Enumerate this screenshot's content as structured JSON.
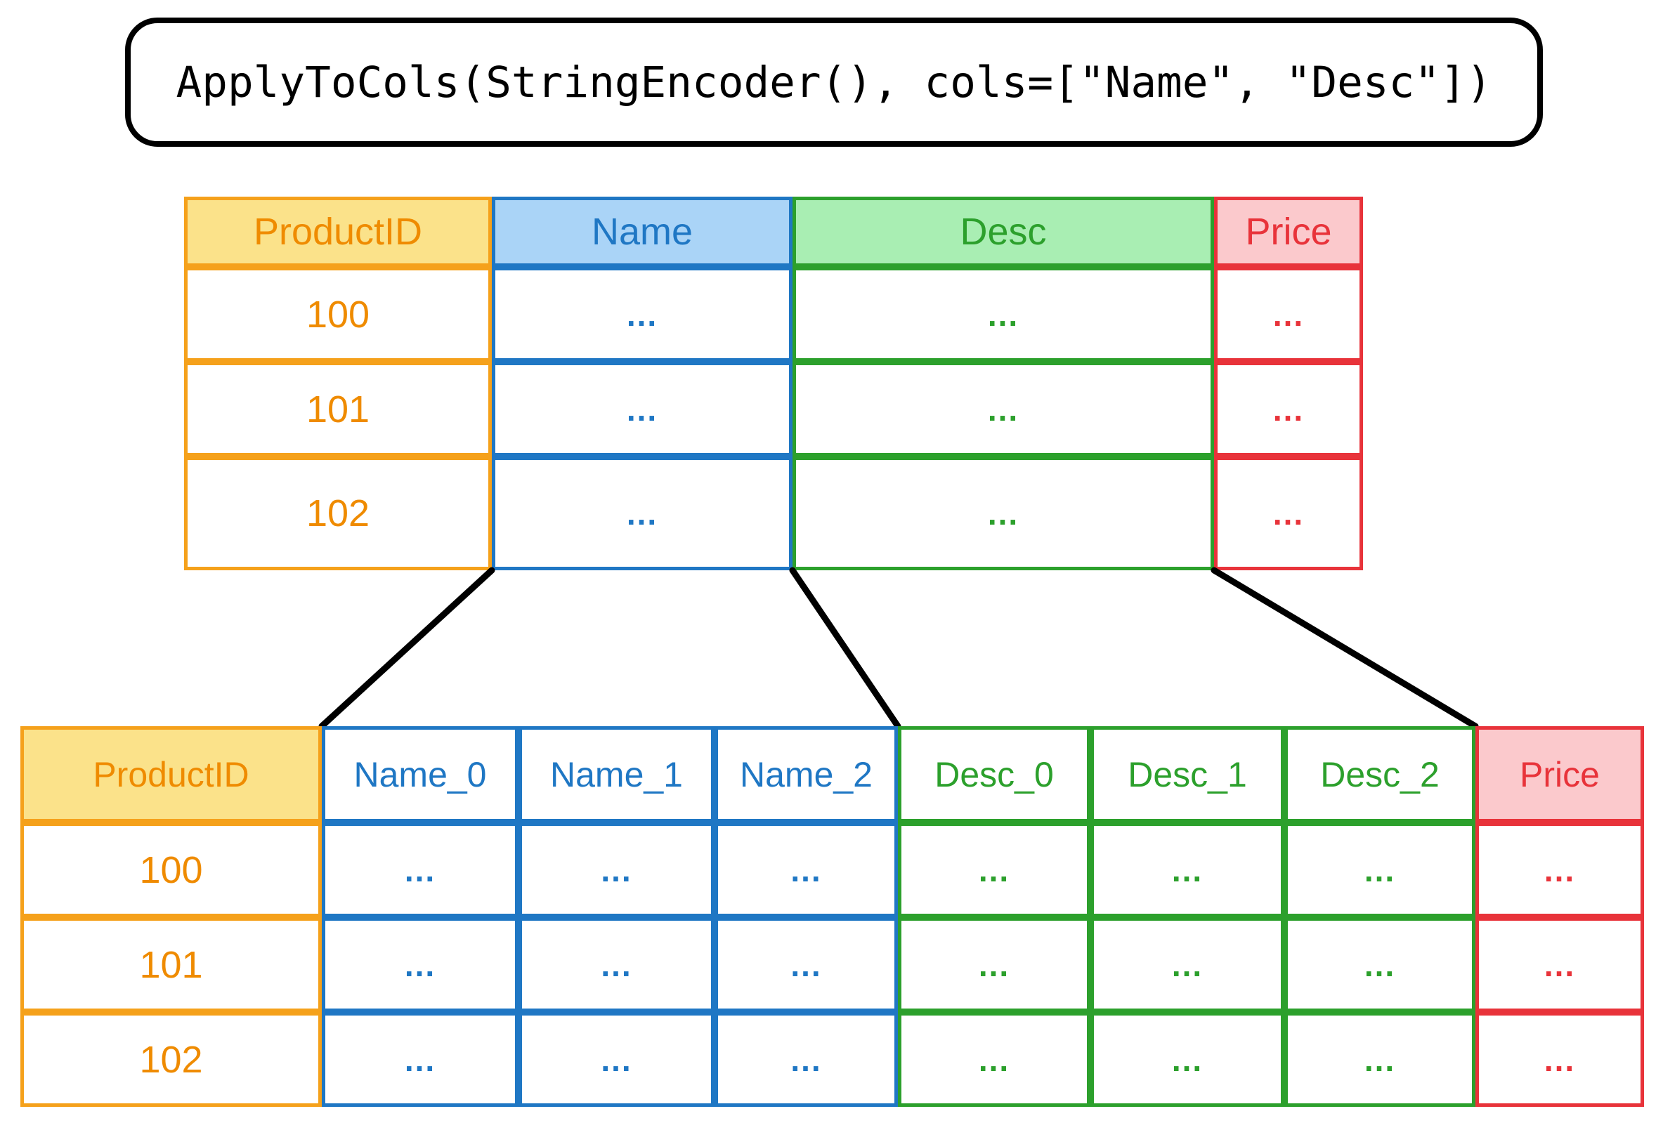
{
  "title": {
    "text": "ApplyToCols(StringEncoder(), cols=[\"Name\", \"Desc\"])"
  },
  "colors": {
    "orange_line": "#f5a11b",
    "orange_text": "#ef8b00",
    "orange_fill": "#fbe28a",
    "blue_line": "#1f77c4",
    "blue_fill": "#aad4f7",
    "green_line": "#2ca02c",
    "green_fill": "#a9eeb3",
    "red_line": "#e8333a",
    "red_fill": "#fbc9cc",
    "connector": "#000000"
  },
  "input_table": {
    "headers": [
      "ProductID",
      "Name",
      "Desc",
      "Price"
    ],
    "rows": [
      [
        "100",
        "...",
        "...",
        "..."
      ],
      [
        "101",
        "...",
        "...",
        "..."
      ],
      [
        "102",
        "...",
        "...",
        "..."
      ]
    ]
  },
  "output_table": {
    "headers": [
      "ProductID",
      "Name_0",
      "Name_1",
      "Name_2",
      "Desc_0",
      "Desc_1",
      "Desc_2",
      "Price"
    ],
    "rows": [
      [
        "100",
        "...",
        "...",
        "...",
        "...",
        "...",
        "...",
        "..."
      ],
      [
        "101",
        "...",
        "...",
        "...",
        "...",
        "...",
        "...",
        "..."
      ],
      [
        "102",
        "...",
        "...",
        "...",
        "...",
        "...",
        "...",
        "..."
      ]
    ]
  }
}
